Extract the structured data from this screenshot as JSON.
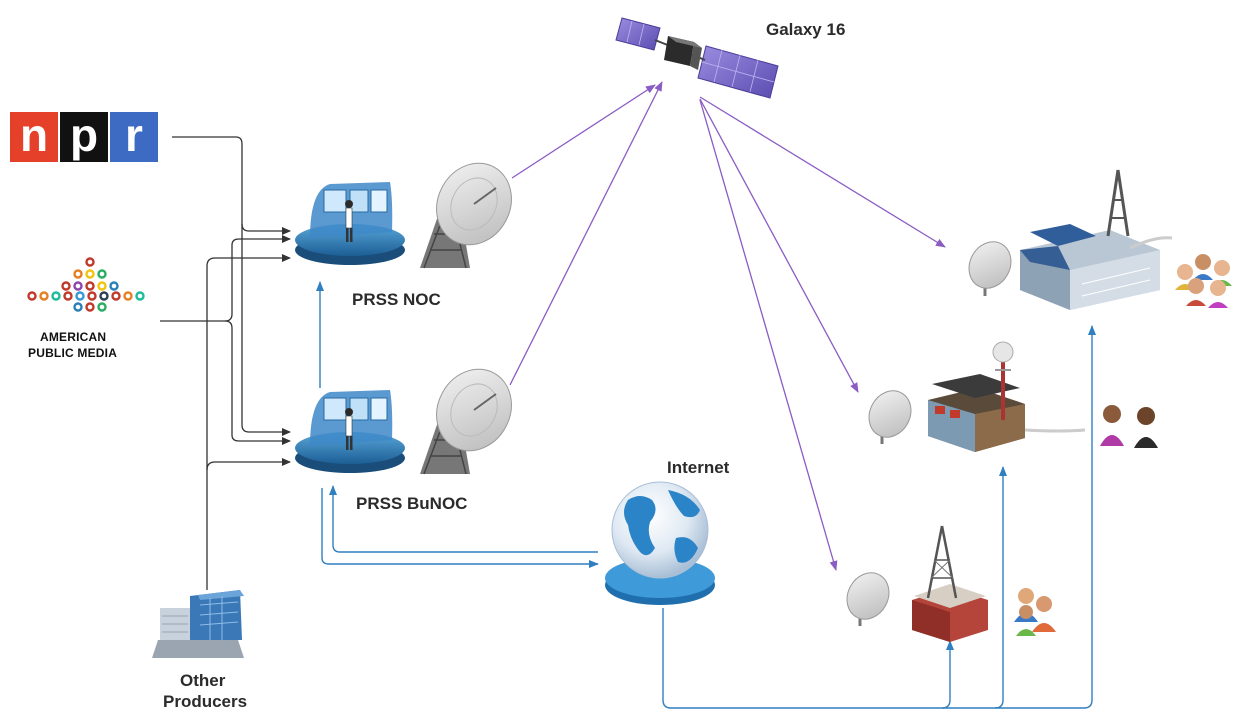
{
  "logos": {
    "npr": {
      "letters": [
        "n",
        "p",
        "r"
      ],
      "colors": [
        "#e4402a",
        "#111111",
        "#3d6bc4"
      ]
    },
    "apm": {
      "line1": "AMERICAN",
      "line2": "PUBLIC MEDIA"
    }
  },
  "nodes": {
    "satellite": "Galaxy 16",
    "noc": "PRSS NOC",
    "bunoc": "PRSS BuNOC",
    "internet": "Internet",
    "other_producers_line1": "Other",
    "other_producers_line2": "Producers"
  },
  "colors": {
    "uplink": "#8a5cc4",
    "internet_link": "#2f7fc1",
    "feed": "#333333"
  }
}
